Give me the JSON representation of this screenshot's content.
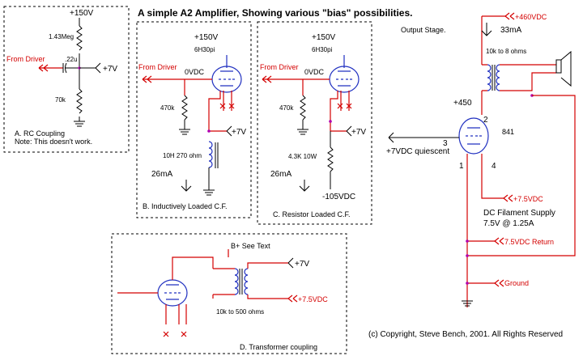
{
  "title": "A simple A2 Amplifier, Showing various \"bias\" possibilities.",
  "copyright": "(c) Copyright, Steve Bench, 2001. All Rights Reserved",
  "panelA": {
    "supply": "+150V",
    "r_top": "1.43Meg",
    "cap": ".22u",
    "from_driver": "From Driver",
    "out": "+7V",
    "r_bottom": "70k",
    "caption": "A. RC Coupling",
    "note": "Note: This doesn't work."
  },
  "panelB": {
    "supply": "+150V",
    "tube": "6H30pi",
    "from_driver": "From Driver",
    "grid_v": "0VDC",
    "r_grid": "470k",
    "out": "+7V",
    "inductor": "10H 270 ohm",
    "current": "26mA",
    "caption": "B. Inductively Loaded C.F."
  },
  "panelC": {
    "supply": "+150V",
    "tube": "6H30pi",
    "from_driver": "From Driver",
    "grid_v": "0VDC",
    "r_grid": "470k",
    "out": "+7V",
    "resistor": "4.3K 10W",
    "current": "26mA",
    "neg": "-105VDC",
    "caption": "C. Resistor Loaded C.F."
  },
  "panelD": {
    "bplus": "B+ See Text",
    "out": "+7V",
    "fil": "+7.5VDC",
    "xfmr": "10k to 500 ohms",
    "caption": "D. Transformer coupling"
  },
  "output": {
    "heading": "Output Stage.",
    "supply": "+460VDC",
    "current": "33mA",
    "xfmr": "10k to 8 ohms",
    "plate_v": "+450",
    "pin2": "2",
    "pin3": "3",
    "pin1": "1",
    "pin4": "4",
    "tube": "841",
    "quiescent": "+7VDC quiescent",
    "fil_plus": "+7.5VDC",
    "fil_supply": "DC Filament Supply",
    "fil_rating": "7.5V @ 1.25A",
    "fil_return": "7.5VDC Return",
    "ground": "Ground"
  },
  "colors": {
    "wire_red": "#d40000",
    "wire_blue": "#2030c0",
    "node": "#b000b0"
  }
}
